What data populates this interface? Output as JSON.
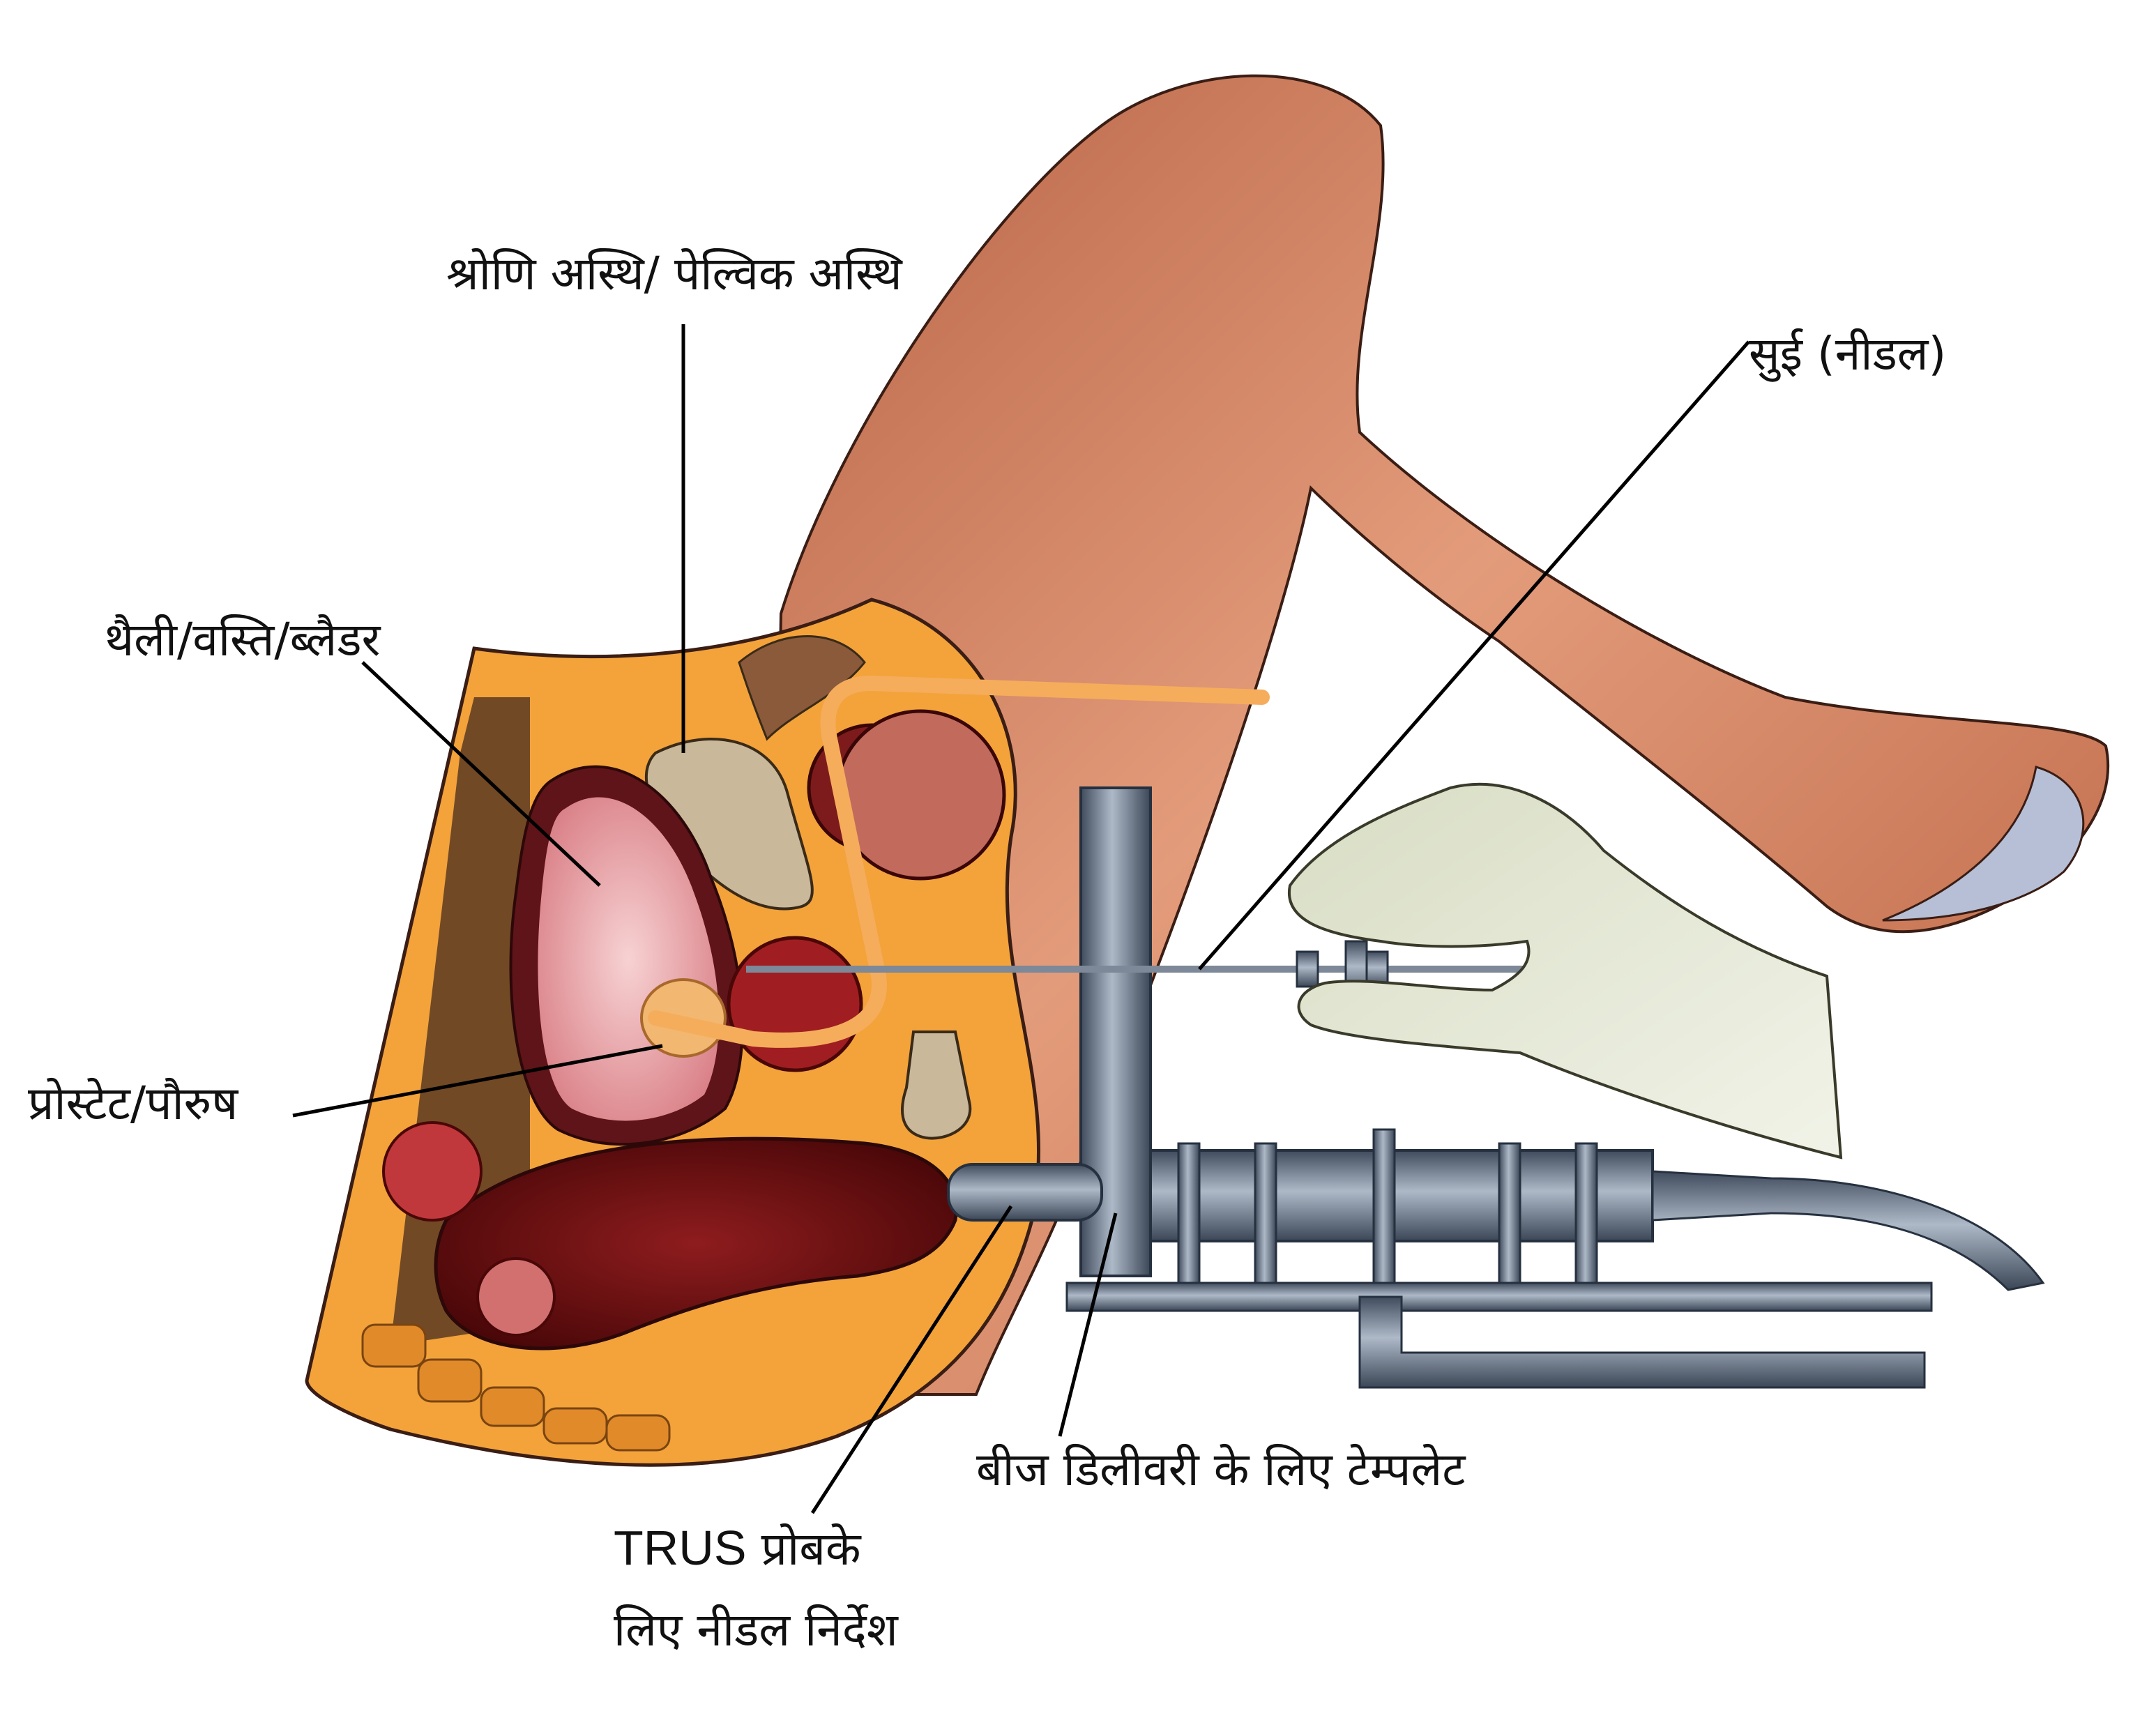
{
  "labels": {
    "pelvic_bone": "श्रोणि अस्थि/ पेल्विक अस्थि",
    "needle": "सुई (नीडल)",
    "bladder": "थैली/वस्ति/ब्लैडर",
    "prostate": "प्रोस्टेट/पौरुष",
    "template": "बीज डिलीवरी के लिए टेम्पलेट",
    "trus_line1_latin": "TRUS",
    "trus_line1_hindi": " प्रोबके",
    "trus_line2": "लिए नीडल निर्देश"
  },
  "colors": {
    "skin": "#c9714f",
    "skin_light": "#dd9473",
    "fat": "#f3a33a",
    "bladder": "#e8a3a6",
    "prostate": "#f2b770",
    "rectum": "#7d1214",
    "bone": "#c9b89a",
    "metal": "#5f7086",
    "glove": "#e3e7d3"
  }
}
